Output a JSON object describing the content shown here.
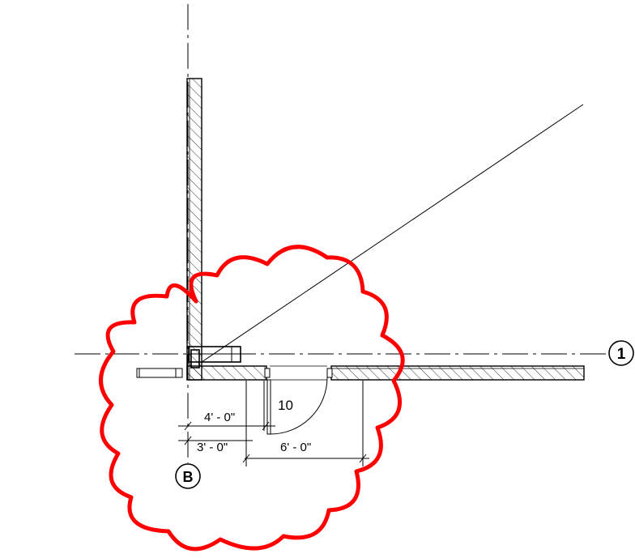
{
  "grid": {
    "horizontal_bubble": "1",
    "vertical_bubble": "B"
  },
  "dimensions": {
    "dim_4ft": "4' - 0\"",
    "dim_3ft": "3' - 0\"",
    "dim_6ft": "6' - 0\""
  },
  "door_tag": "10",
  "colors": {
    "linework": "#000000",
    "revision_cloud": "#ff0000",
    "background": "#ffffff"
  }
}
